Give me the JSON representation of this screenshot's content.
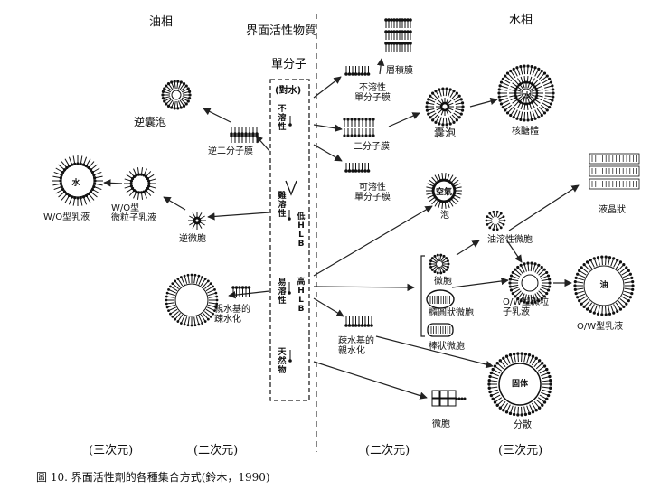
{
  "regions": {
    "oil": "油相",
    "surfactant": "界面活性物質",
    "water": "水相"
  },
  "monomer": "單分子",
  "column": {
    "pair": "(對水)",
    "insoluble": "不溶性",
    "slightly": "難溶性",
    "low_hlb": "低HLB",
    "soluble": "易溶性",
    "high_hlb": "高HLB",
    "natural": "天然物"
  },
  "structures": {
    "reverse_vesicle": "逆囊泡",
    "reverse_bilayer": "逆二分子膜",
    "wo_emulsion": "W/O型乳液",
    "wo_micro": "W/O型\n微粒子乳液",
    "reverse_micelle": "逆微胞",
    "hydrophilic_hydrophobized": "親水基的\n疎水化",
    "multilayer": "層積膜",
    "insoluble_monolayer": "不溶性\n單分子膜",
    "bilayer": "二分子膜",
    "soluble_monolayer": "可溶性\n單分子膜",
    "vesicle": "囊泡",
    "liposome": "核醣體",
    "foam": "泡",
    "liquid_crystal": "液晶狀",
    "oil_soluble_micelle": "油溶性微胞",
    "micelle": "微胞",
    "ellipsoid_micelle": "橢圓狀微胞",
    "rod_micelle": "棒狀微胞",
    "ow_micro": "O/W型微粒\n子乳液",
    "ow_emulsion": "O/W型乳液",
    "hydrophobic_hydrophilized": "疎水基的\n親水化",
    "micelle2": "微胞",
    "dispersion": "分散"
  },
  "cores": {
    "water": "水",
    "water2": "水",
    "air": "空氣",
    "oil": "油",
    "solid": "固体"
  },
  "dimensions": {
    "d1": "(三次元)",
    "d2": "(二次元)",
    "d3": "(二次元)",
    "d4": "(三次元)"
  },
  "caption": "圖 10. 界面活性劑的各種集合方式(鈴木，1990)"
}
